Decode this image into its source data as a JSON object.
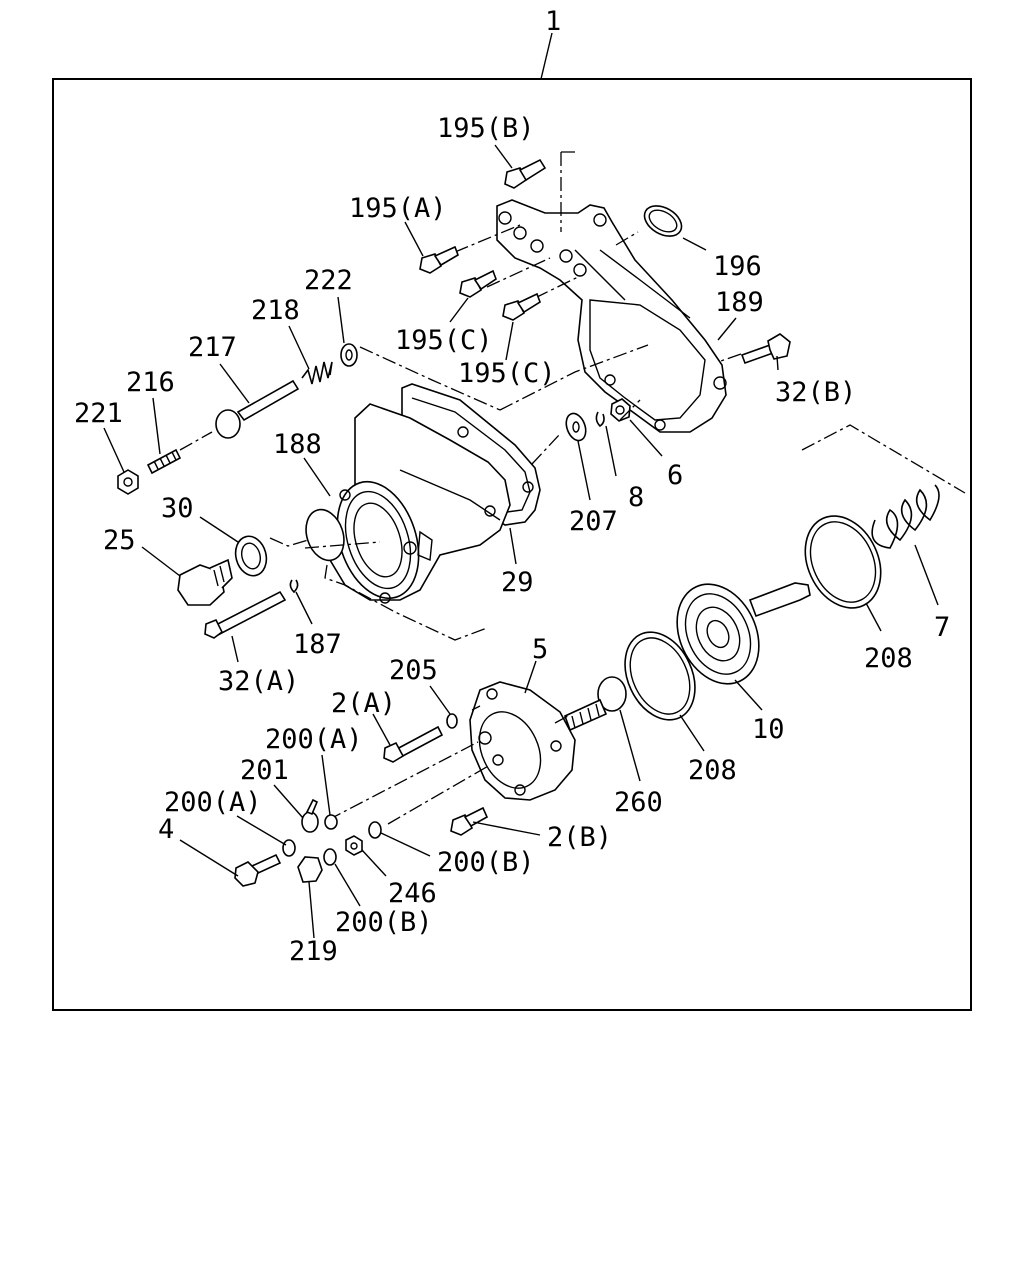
{
  "assembly_number": "1",
  "labels": {
    "l195b": "195(B)",
    "l195a": "195(A)",
    "l196": "196",
    "l222": "222",
    "l218": "218",
    "l189": "189",
    "l195c1": "195(C)",
    "l195c2": "195(C)",
    "l217": "217",
    "l216": "216",
    "l32b": "32(B)",
    "l221": "221",
    "l188": "188",
    "l6": "6",
    "l8": "8",
    "l207": "207",
    "l30": "30",
    "l25": "25",
    "l29": "29",
    "l187": "187",
    "l7": "7",
    "l208a": "208",
    "l32a": "32(A)",
    "l5": "5",
    "l205": "205",
    "l2a": "2(A)",
    "l200a1": "200(A)",
    "l201": "201",
    "l200a2": "200(A)",
    "l10": "10",
    "l208b": "208",
    "l4": "4",
    "l260": "260",
    "l2b": "2(B)",
    "l200b1": "200(B)",
    "l246": "246",
    "l200b2": "200(B)",
    "l219": "219"
  }
}
